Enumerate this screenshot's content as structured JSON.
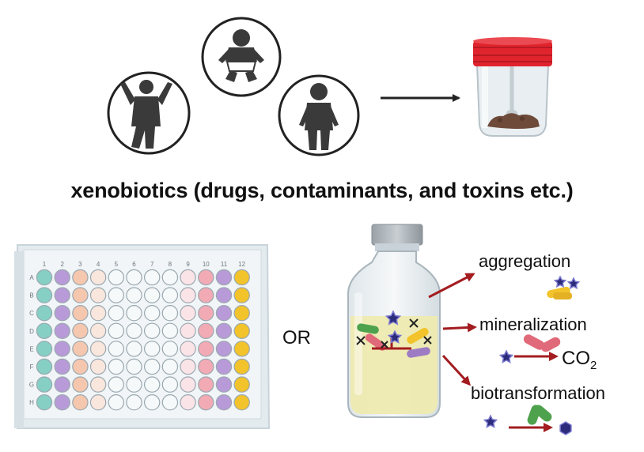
{
  "title": "xenobiotics (drugs, contaminants, and  toxins etc.)",
  "connector": "OR",
  "outcomes": {
    "aggregation": "aggregation",
    "mineralization": "mineralization",
    "biotransformation": "biotransformation"
  },
  "co2": {
    "base": "CO",
    "sub": "2"
  },
  "plate": {
    "columns": [
      "1",
      "2",
      "3",
      "4",
      "5",
      "6",
      "7",
      "8",
      "9",
      "10",
      "11",
      "12"
    ],
    "rows": [
      "A",
      "B",
      "C",
      "D",
      "E",
      "F",
      "G",
      "H"
    ]
  },
  "colors": {
    "teal_well": "#86cfc4",
    "purple_well": "#b99ad8",
    "peach_well": "#f5c7ae",
    "pink_well": "#f2aab4",
    "yellow_well": "#f2c32a",
    "cap_red": "#e0242e",
    "arrow_red": "#a31c20",
    "star_navy": "#2c2b7c",
    "liquid": "#eeeab0"
  }
}
